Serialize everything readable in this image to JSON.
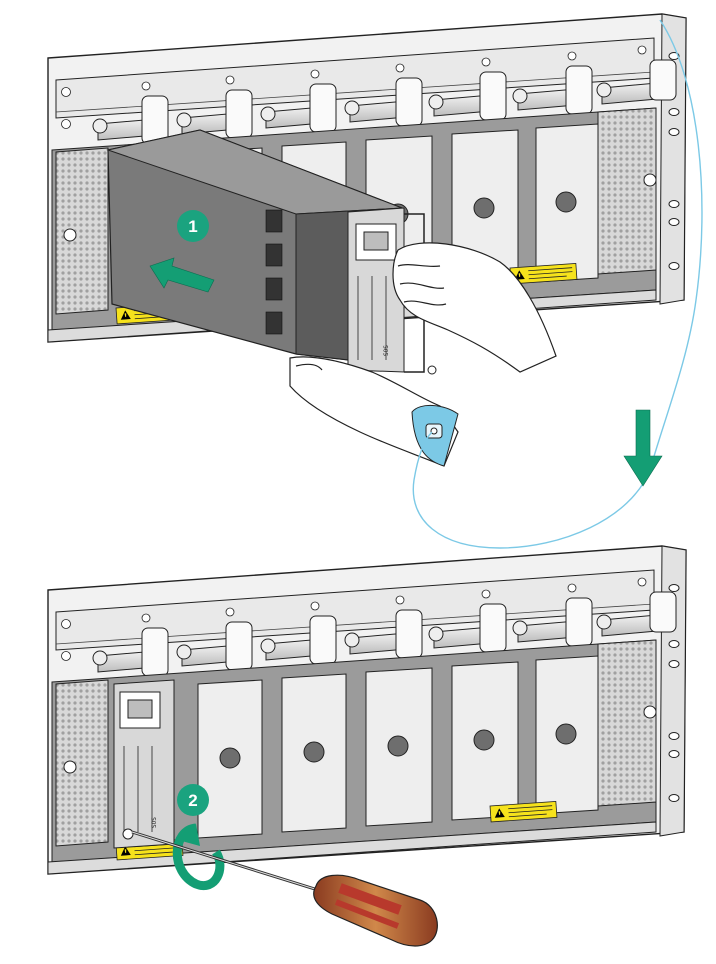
{
  "figure": {
    "step_1_label": "1",
    "step_2_label": "2",
    "module_marking": "SOS",
    "warning_label_text": ""
  },
  "colors": {
    "badge": "#1aa37f",
    "arrow": "#149e74",
    "cable": "#7cc9e6",
    "module_body": "#787878",
    "chassis": "#ededed",
    "screwdriver_handle": "#b8392c"
  },
  "icons": {
    "step_badge": "numbered-circle-icon",
    "insert_arrow": "arrow-left-icon",
    "transition_arrow": "arrow-down-icon",
    "rotate_arrow": "rotate-clockwise-icon"
  }
}
